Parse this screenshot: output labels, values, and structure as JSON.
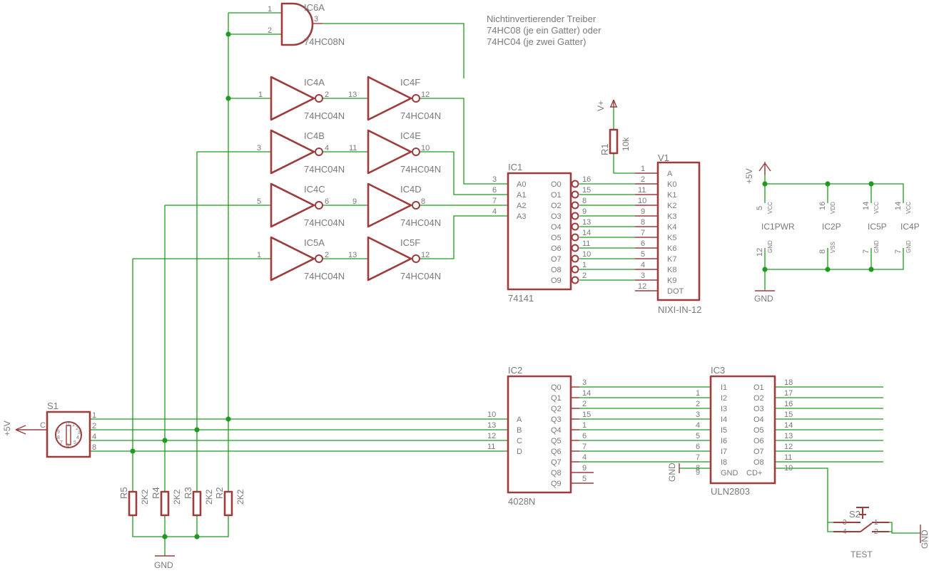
{
  "note": [
    "Nichtinvertierender Treiber",
    "74HC08 (je ein Gatter) oder",
    "74HC04 (je zwei Gatter)"
  ],
  "colors": {
    "wire": "#1e9a1e",
    "symbol": "#9c3c3c",
    "text": "#7a7a7a"
  },
  "and_gate": {
    "name": "IC6A",
    "value": "74HC08N",
    "pins": [
      "1",
      "2",
      "3"
    ]
  },
  "inverters": [
    {
      "id": "ic4a",
      "name": "IC4A",
      "value": "74HC04N",
      "in": "1",
      "out": "2"
    },
    {
      "id": "ic4f",
      "name": "IC4F",
      "value": "74HC04N",
      "in": "13",
      "out": "12"
    },
    {
      "id": "ic4b",
      "name": "IC4B",
      "value": "74HC04N",
      "in": "3",
      "out": "4"
    },
    {
      "id": "ic4e",
      "name": "IC4E",
      "value": "74HC04N",
      "in": "11",
      "out": "10"
    },
    {
      "id": "ic4c",
      "name": "IC4C",
      "value": "74HC04N",
      "in": "5",
      "out": "6"
    },
    {
      "id": "ic4d",
      "name": "IC4D",
      "value": "74HC04N",
      "in": "9",
      "out": "8"
    },
    {
      "id": "ic5a",
      "name": "IC5A",
      "value": "74HC04N",
      "in": "1",
      "out": "2"
    },
    {
      "id": "ic5f",
      "name": "IC5F",
      "value": "74HC04N",
      "in": "13",
      "out": "12"
    }
  ],
  "ic1": {
    "name": "IC1",
    "value": "74141",
    "inputs": [
      {
        "label": "A0",
        "pin": "3"
      },
      {
        "label": "A1",
        "pin": "6"
      },
      {
        "label": "A2",
        "pin": "7"
      },
      {
        "label": "A3",
        "pin": "4"
      }
    ],
    "outputs": [
      {
        "label": "O0",
        "pin": "16"
      },
      {
        "label": "O1",
        "pin": "15"
      },
      {
        "label": "O2",
        "pin": "8"
      },
      {
        "label": "O3",
        "pin": "9"
      },
      {
        "label": "O4",
        "pin": "13"
      },
      {
        "label": "O5",
        "pin": "14"
      },
      {
        "label": "O6",
        "pin": "11"
      },
      {
        "label": "O7",
        "pin": "10"
      },
      {
        "label": "O8",
        "pin": "1"
      },
      {
        "label": "O9",
        "pin": "2"
      }
    ]
  },
  "v1": {
    "name": "V1",
    "value": "NIXI-IN-12",
    "pins": [
      {
        "label": "A",
        "pin": "1"
      },
      {
        "label": "K0",
        "pin": "2"
      },
      {
        "label": "K1",
        "pin": "11"
      },
      {
        "label": "K2",
        "pin": "10"
      },
      {
        "label": "K3",
        "pin": "9"
      },
      {
        "label": "K4",
        "pin": "8"
      },
      {
        "label": "K5",
        "pin": "7"
      },
      {
        "label": "K6",
        "pin": "6"
      },
      {
        "label": "K7",
        "pin": "5"
      },
      {
        "label": "K8",
        "pin": "4"
      },
      {
        "label": "K9",
        "pin": "3"
      },
      {
        "label": "DOT",
        "pin": "12"
      }
    ]
  },
  "r1": {
    "name": "R1",
    "value": "10k",
    "supply": "V+"
  },
  "power": {
    "supply": "+5V",
    "ground": "GND",
    "blocks": [
      {
        "name": "IC1PWR",
        "top_pin": "5",
        "top_label": "VCC",
        "bot_pin": "12",
        "bot_label": "GND"
      },
      {
        "name": "IC2P",
        "top_pin": "16",
        "top_label": "VDD",
        "bot_pin": "8",
        "bot_label": "VSS"
      },
      {
        "name": "IC5P",
        "top_pin": "14",
        "top_label": "VCC",
        "bot_pin": "7",
        "bot_label": "GND"
      },
      {
        "name": "IC4P",
        "top_pin": "14",
        "top_label": "VCC",
        "bot_pin": "7",
        "bot_label": "GND"
      }
    ]
  },
  "ic2": {
    "name": "IC2",
    "value": "4028N",
    "inputs": [
      {
        "label": "A",
        "pin": "10"
      },
      {
        "label": "B",
        "pin": "13"
      },
      {
        "label": "C",
        "pin": "12"
      },
      {
        "label": "D",
        "pin": "11"
      }
    ],
    "outputs": [
      {
        "label": "Q0",
        "pin": "3"
      },
      {
        "label": "Q1",
        "pin": "14"
      },
      {
        "label": "Q2",
        "pin": "2"
      },
      {
        "label": "Q3",
        "pin": "15"
      },
      {
        "label": "Q4",
        "pin": "1"
      },
      {
        "label": "Q5",
        "pin": "6"
      },
      {
        "label": "Q6",
        "pin": "7"
      },
      {
        "label": "Q7",
        "pin": "4"
      },
      {
        "label": "Q8",
        "pin": "9"
      },
      {
        "label": "Q9",
        "pin": "5"
      }
    ]
  },
  "ic3": {
    "name": "IC3",
    "value": "ULN2803",
    "inputs": [
      {
        "label": "I1",
        "pin": "1"
      },
      {
        "label": "I2",
        "pin": "2"
      },
      {
        "label": "I3",
        "pin": "3"
      },
      {
        "label": "I4",
        "pin": "4"
      },
      {
        "label": "I5",
        "pin": "5"
      },
      {
        "label": "I6",
        "pin": "6"
      },
      {
        "label": "I7",
        "pin": "7"
      },
      {
        "label": "I8",
        "pin": "8"
      },
      {
        "label": "GND",
        "pin": "9"
      }
    ],
    "outputs": [
      {
        "label": "O1",
        "pin": "18"
      },
      {
        "label": "O2",
        "pin": "17"
      },
      {
        "label": "O3",
        "pin": "16"
      },
      {
        "label": "O4",
        "pin": "15"
      },
      {
        "label": "O5",
        "pin": "14"
      },
      {
        "label": "O6",
        "pin": "13"
      },
      {
        "label": "O7",
        "pin": "12"
      },
      {
        "label": "O8",
        "pin": "11"
      },
      {
        "label": "CD+",
        "pin": "10"
      }
    ]
  },
  "s1": {
    "name": "S1",
    "common": "C",
    "pins": [
      "1",
      "2",
      "4",
      "8"
    ],
    "dial": [
      "0",
      "1",
      "2",
      "3",
      "4",
      "5",
      "6",
      "7",
      "8",
      "9"
    ]
  },
  "resistors": [
    {
      "name": "R5",
      "value": "2K2"
    },
    {
      "name": "R4",
      "value": "2K2"
    },
    {
      "name": "R3",
      "value": "2K2"
    },
    {
      "name": "R2",
      "value": "2K2"
    }
  ],
  "s2": {
    "name": "S2",
    "value": "TEST",
    "pins": [
      "3",
      "4",
      "1",
      "2"
    ]
  }
}
